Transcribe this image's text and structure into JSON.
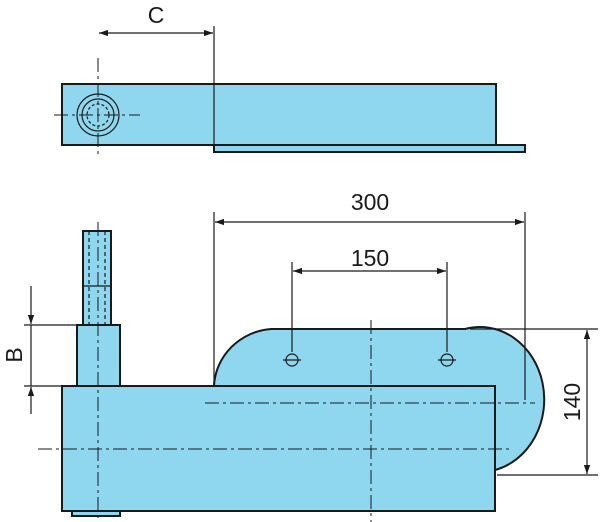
{
  "drawing": {
    "dimensions": {
      "c": "C",
      "b": "B",
      "overall_length": "300",
      "hole_spacing": "150",
      "height": "140"
    },
    "colors": {
      "part_fill": "#8fd7ee",
      "line": "#1a1a1a"
    }
  }
}
